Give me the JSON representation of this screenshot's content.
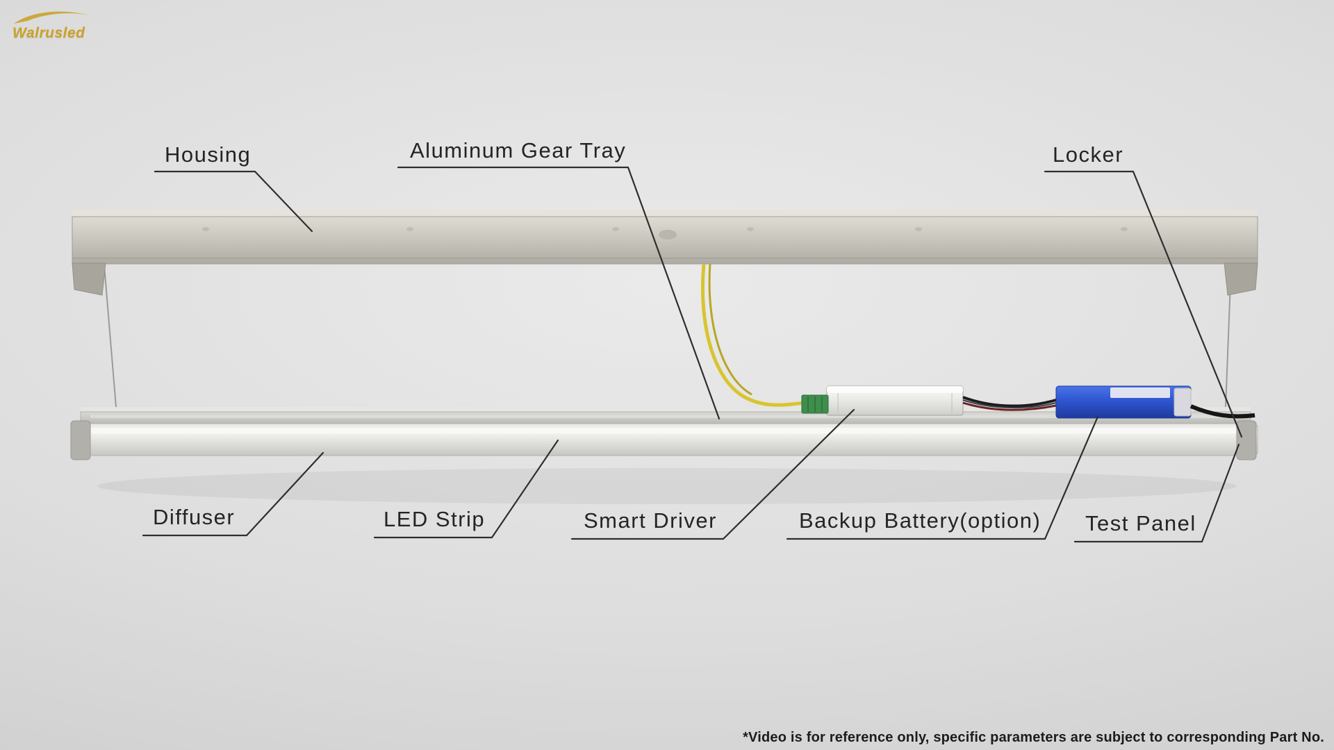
{
  "brand": {
    "name": "Walrusled"
  },
  "callouts": {
    "housing": "Housing",
    "aluminum_gear_tray": "Aluminum Gear Tray",
    "locker": "Locker",
    "diffuser": "Diffuser",
    "led_strip": "LED Strip",
    "smart_driver": "Smart Driver",
    "backup_battery": "Backup Battery(option)",
    "test_panel": "Test Panel"
  },
  "footer": {
    "disclaimer": "*Video is for reference only, specific parameters are subject to corresponding Part No."
  },
  "colors": {
    "background": "#dcdcdc",
    "label_text": "#242424",
    "leader_line": "#2e2e2e",
    "brand_gold": "#c9a22b",
    "battery_blue": "#2f55cf",
    "wire_yellow": "#d9c430",
    "housing_metal": "#c9c6be"
  }
}
